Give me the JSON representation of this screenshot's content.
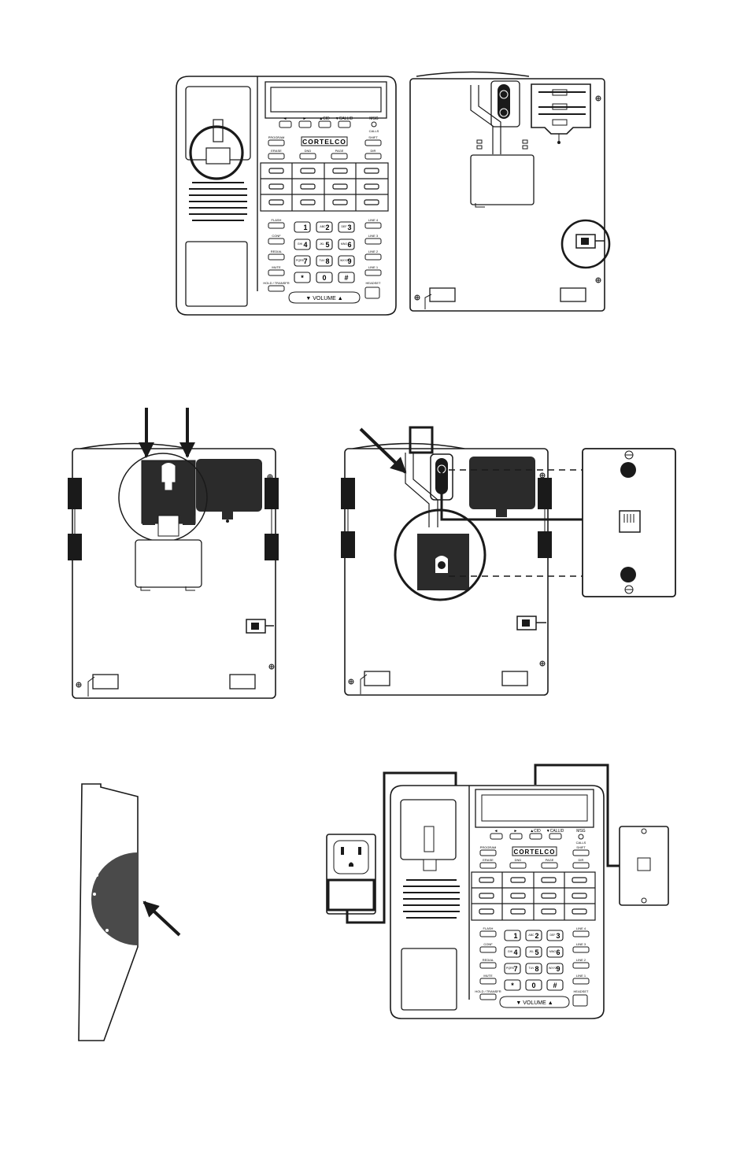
{
  "brand_label": "CORTELCO",
  "volume_label": "▼ VOLUME ▲",
  "phone_keys": {
    "top_row": [
      "◄",
      "►",
      "▲CID",
      "▼CALLID",
      "MSG"
    ],
    "msg_sub": "CALLS",
    "left_column": [
      "PROGRAM",
      "ERASE",
      "FLASH",
      "CONF",
      "REDIAL",
      "MUTE",
      "HOLD / TRANSFR"
    ],
    "right_column": [
      "SHIFT",
      "DIR",
      "LINE 4",
      "LINE 3",
      "LINE 2",
      "LINE 1",
      "HEADSET"
    ],
    "center_top": [
      "DND",
      "PAGE"
    ],
    "dialpad": [
      "1",
      "2",
      "3",
      "4",
      "5",
      "6",
      "7",
      "8",
      "9",
      "*",
      "0",
      "#"
    ],
    "dialpad_letters": [
      "",
      "ABC",
      "DEF",
      "GHI",
      "JKL",
      "MNO",
      "PQRS",
      "TUV",
      "WXYZ",
      "",
      "",
      ""
    ]
  },
  "colors": {
    "line": "#1a1a1a",
    "fill_dark": "#2b2b2b",
    "wedge": "#4a4a4a",
    "paper": "#ffffff"
  }
}
